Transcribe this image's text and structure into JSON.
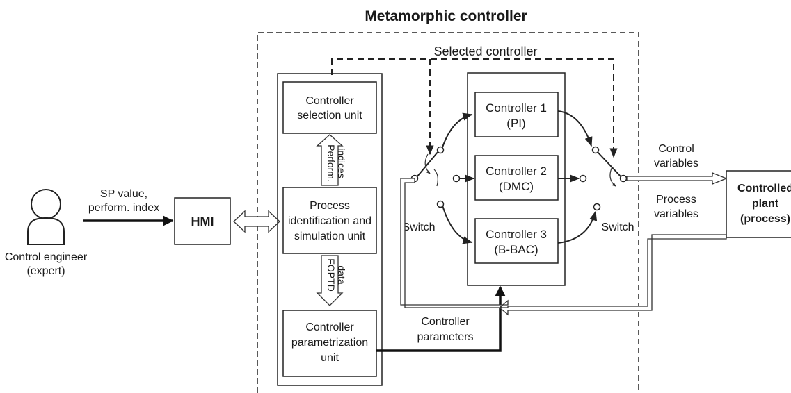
{
  "title": "Metamorphic controller",
  "selected_controller": "Selected controller",
  "engineer": {
    "line1": "Control engineer",
    "line2": "(expert)"
  },
  "sp_label": {
    "line1": "SP value,",
    "line2": "perform. index"
  },
  "hmi": "HMI",
  "units": {
    "selection": {
      "line1": "Controller",
      "line2": "selection unit"
    },
    "identification": {
      "line1": "Process",
      "line2": "identification and",
      "line3": "simulation unit"
    },
    "parametrization": {
      "line1": "Controller",
      "line2": "parametrization",
      "line3": "unit"
    }
  },
  "perform_indices": {
    "line1": "Perform.",
    "line2": "indices"
  },
  "foptd": {
    "line1": "FOPTD",
    "line2": "data"
  },
  "controllers": [
    {
      "name": "Controller 1",
      "type": "(PI)"
    },
    {
      "name": "Controller 2",
      "type": "(DMC)"
    },
    {
      "name": "Controller 3",
      "type": "(B-BAC)"
    }
  ],
  "switch_left": "Switch",
  "switch_right": "Switch",
  "controller_parameters": {
    "line1": "Controller",
    "line2": "parameters"
  },
  "control_variables": {
    "line1": "Control",
    "line2": "variables"
  },
  "process_variables": {
    "line1": "Process",
    "line2": "variables"
  },
  "plant": {
    "line1": "Controlled",
    "line2": "plant",
    "line3": "(process)"
  }
}
